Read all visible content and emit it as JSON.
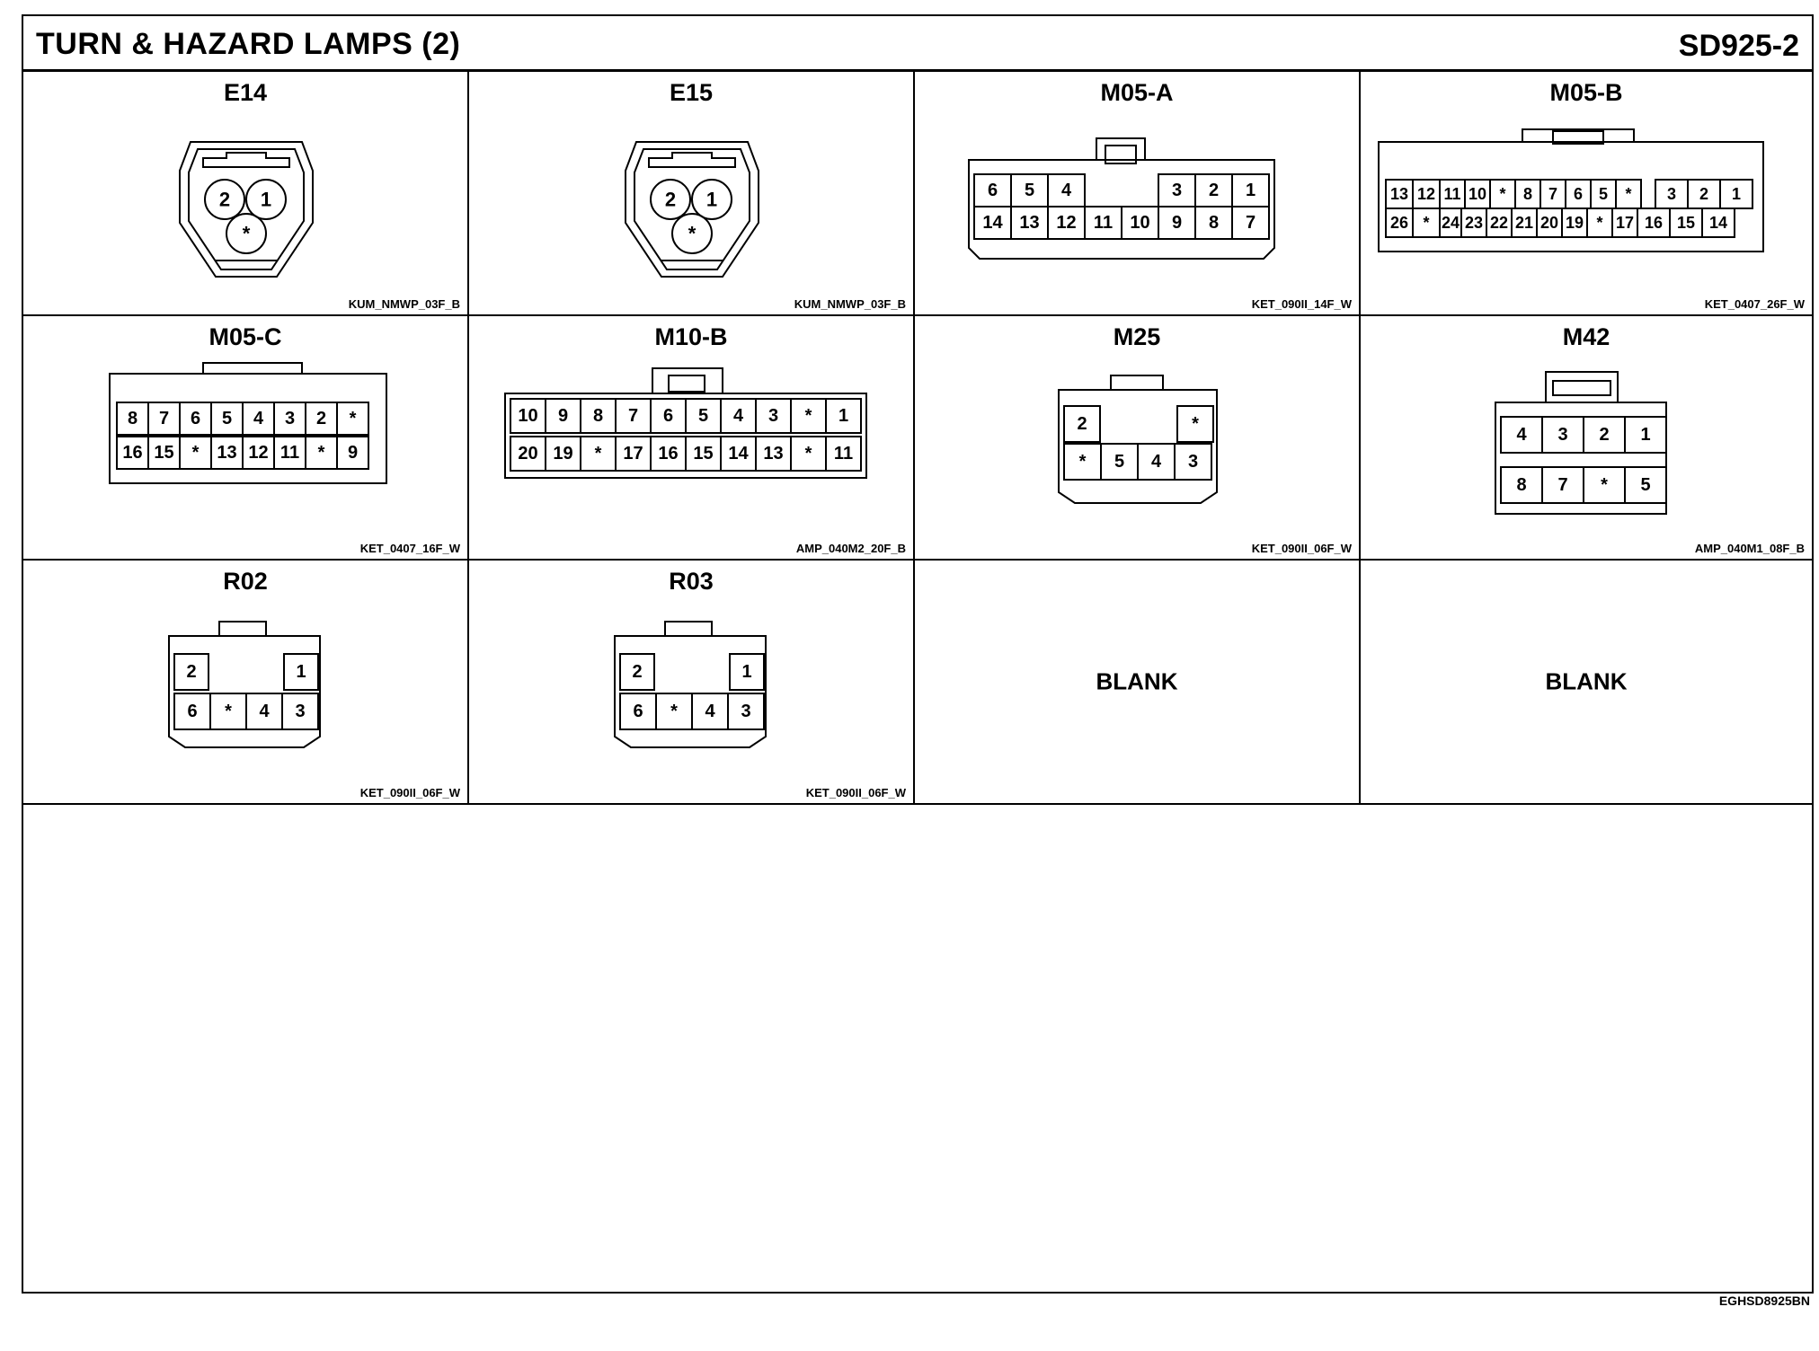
{
  "header": {
    "title": "TURN & HAZARD LAMPS (2)",
    "code": "SD925-2"
  },
  "connectors": [
    {
      "label": "E14",
      "code": "KUM_NMWP_03F_B",
      "pins": {
        "top_left": "2",
        "top_right": "1",
        "bottom": "*"
      }
    },
    {
      "label": "E15",
      "code": "KUM_NMWP_03F_B",
      "pins": {
        "top_left": "2",
        "top_right": "1",
        "bottom": "*"
      }
    },
    {
      "label": "M05-A",
      "code": "KET_090II_14F_W",
      "pins": {
        "top_left": [
          "6",
          "5",
          "4"
        ],
        "top_right": [
          "3",
          "2",
          "1"
        ],
        "bottom": [
          "14",
          "13",
          "12",
          "11",
          "10",
          "9",
          "8",
          "7"
        ]
      }
    },
    {
      "label": "M05-B",
      "code": "KET_0407_26F_W",
      "pins": {
        "top_left": [
          "13",
          "12"
        ],
        "top": [
          "11",
          "10",
          "*",
          "8",
          "7",
          "6",
          "5",
          "*"
        ],
        "top_right": [
          "3",
          "2",
          "1"
        ],
        "bottom": [
          "26",
          "*",
          "24",
          "23",
          "22",
          "21",
          "20",
          "19",
          "*",
          "17",
          "16",
          "15",
          "14"
        ]
      }
    },
    {
      "label": "M05-C",
      "code": "KET_0407_16F_W",
      "pins": {
        "top": [
          "8",
          "7",
          "6",
          "5",
          "4",
          "3",
          "2",
          "*"
        ],
        "bottom": [
          "16",
          "15",
          "*",
          "13",
          "12",
          "11",
          "*",
          "9"
        ]
      }
    },
    {
      "label": "M10-B",
      "code": "AMP_040M2_20F_B",
      "pins": {
        "top": [
          "10",
          "9",
          "8",
          "7",
          "6",
          "5",
          "4",
          "3",
          "*",
          "1"
        ],
        "bottom": [
          "20",
          "19",
          "*",
          "17",
          "16",
          "15",
          "14",
          "13",
          "*",
          "11"
        ]
      }
    },
    {
      "label": "M25",
      "code": "KET_090II_06F_W",
      "pins": {
        "top_left": "2",
        "top_right": "*",
        "bottom": [
          "*",
          "5",
          "4",
          "3"
        ]
      }
    },
    {
      "label": "M42",
      "code": "AMP_040M1_08F_B",
      "pins": {
        "top": [
          "4",
          "3",
          "2",
          "1"
        ],
        "bottom": [
          "8",
          "7",
          "*",
          "5"
        ]
      }
    },
    {
      "label": "R02",
      "code": "KET_090II_06F_W",
      "pins": {
        "top_left": "2",
        "top_right": "1",
        "bottom": [
          "6",
          "*",
          "4",
          "3"
        ]
      }
    },
    {
      "label": "R03",
      "code": "KET_090II_06F_W",
      "pins": {
        "top_left": "2",
        "top_right": "1",
        "bottom": [
          "6",
          "*",
          "4",
          "3"
        ]
      }
    },
    {
      "label": "",
      "blank": "BLANK"
    },
    {
      "label": "",
      "blank": "BLANK"
    }
  ],
  "footer_code": "EGHSD8925BN"
}
